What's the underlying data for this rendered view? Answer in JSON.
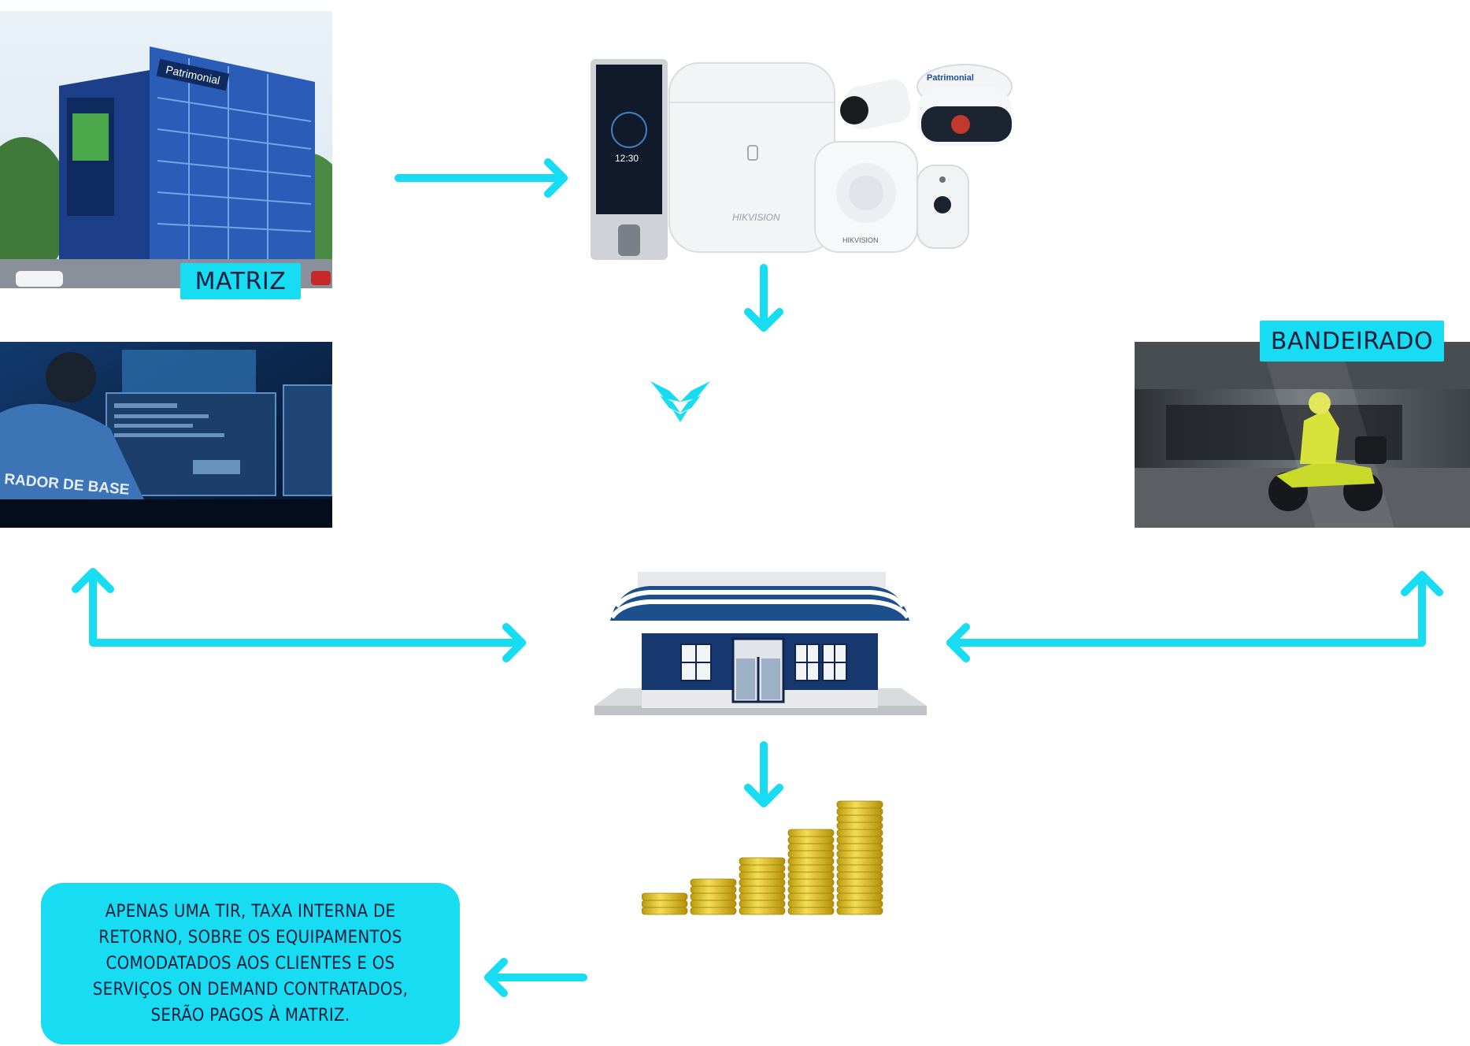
{
  "labels": {
    "matriz": "MATRIZ",
    "bandeirado": "BANDEIRADO"
  },
  "photos": {
    "ops_shirt_text": "RADOR DE BASE",
    "building_brand": "Patrimonial",
    "camera_brand": "Patrimonial",
    "hikvision_hub": "HIKVISION",
    "hikvision_siren": "HIKVISION",
    "terminal_time": "12:30"
  },
  "info": {
    "text": "APENAS UMA TIR, TAXA INTERNA DE\nRETORNO, SOBRE OS EQUIPAMENTOS\nCOMODATADOS AOS CLIENTES E OS\nSERVIÇOS ON DEMAND CONTRATADOS,\nSERÃO PAGOS À MATRIZ."
  },
  "colors": {
    "accent": "#17dcf2",
    "navy": "#0f1e3c",
    "logo": "#17dcf2"
  },
  "icons": {
    "logo": "patrimonial-wings-logo-icon",
    "store": "franchise-store-icon",
    "coins": "coin-stacks-icon"
  }
}
